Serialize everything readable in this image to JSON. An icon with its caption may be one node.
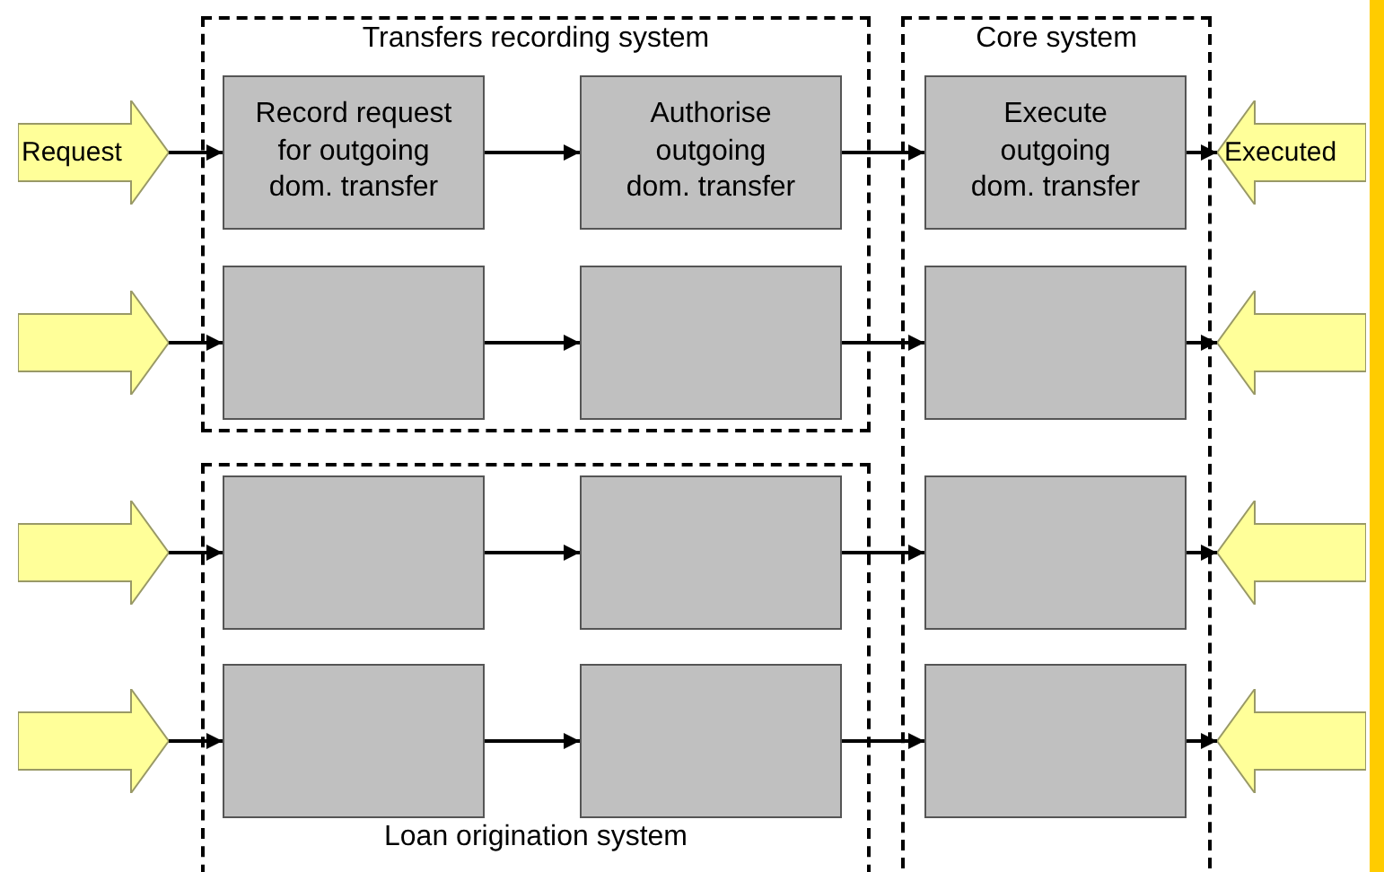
{
  "diagram": {
    "nodes": [
      {
        "text": [
          "Transfers recording system"
        ]
      },
      {
        "text": [
          "Core system"
        ]
      },
      {
        "text": [
          "Loan origination system"
        ]
      },
      {
        "text": [
          "Request"
        ]
      },
      {
        "text": [
          "Record request for outgoing dom. transfer"
        ],
        "in": 0
      },
      {
        "text": [
          "Authorise outgoing dom. transfer"
        ],
        "in": 0
      },
      {
        "text": [
          "Execute outgoing dom. transfer"
        ],
        "in": 1
      },
      {
        "text": [
          "Executed"
        ]
      },
      {
        "text": [],
        "shape": "arrow"
      },
      {
        "text": [],
        "shape": "box",
        "in": 0
      },
      {
        "text": [],
        "shape": "box",
        "in": 0
      },
      {
        "text": [],
        "shape": "box",
        "in": 1
      },
      {
        "text": [],
        "shape": "arrow"
      },
      {
        "text": [],
        "shape": "arrow"
      },
      {
        "text": [],
        "shape": "box",
        "in": 2
      },
      {
        "text": [],
        "shape": "box",
        "in": 2
      },
      {
        "text": [],
        "shape": "box",
        "in": 1
      },
      {
        "text": [],
        "shape": "arrow"
      },
      {
        "text": [],
        "shape": "arrow"
      },
      {
        "text": [],
        "shape": "box",
        "in": 2
      },
      {
        "text": [],
        "shape": "box",
        "in": 2
      },
      {
        "text": [],
        "shape": "box",
        "in": 1
      },
      {
        "text": [],
        "shape": "arrow"
      }
    ],
    "edges": [
      {
        "from": 3,
        "to": 4,
        "arrow": "to"
      },
      {
        "from": 4,
        "to": 5,
        "arrow": "to"
      },
      {
        "from": 5,
        "to": 6,
        "arrow": "to"
      },
      {
        "from": 6,
        "to": 7,
        "arrow": "to"
      },
      {
        "from": 8,
        "to": 9,
        "arrow": "to"
      },
      {
        "from": 9,
        "to": 10,
        "arrow": "to"
      },
      {
        "from": 10,
        "to": 11,
        "arrow": "to"
      },
      {
        "from": 11,
        "to": 12,
        "arrow": "to"
      },
      {
        "from": 13,
        "to": 14,
        "arrow": "to"
      },
      {
        "from": 14,
        "to": 15,
        "arrow": "to"
      },
      {
        "from": 15,
        "to": 16,
        "arrow": "to"
      },
      {
        "from": 16,
        "to": 17,
        "arrow": "to"
      },
      {
        "from": 18,
        "to": 19,
        "arrow": "to"
      },
      {
        "from": 19,
        "to": 20,
        "arrow": "to"
      },
      {
        "from": 20,
        "to": 21,
        "arrow": "to"
      },
      {
        "from": 21,
        "to": 22,
        "arrow": "to"
      }
    ]
  }
}
